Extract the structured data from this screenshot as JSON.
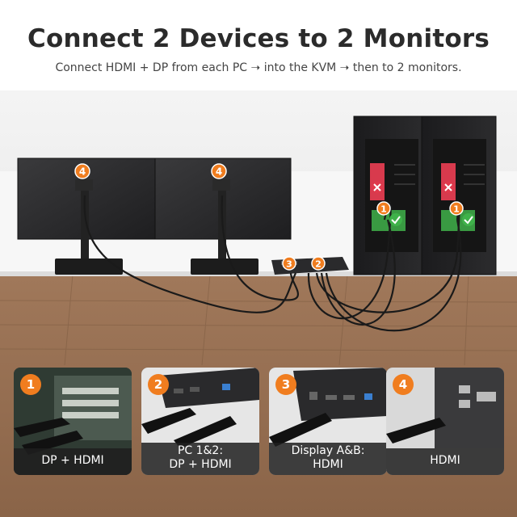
{
  "title": "Connect 2 Devices to 2 Monitors",
  "subtitle": "Connect HDMI + DP from each PC ➝ into the KVM ➝ then to 2 monitors.",
  "markers": {
    "one": "1",
    "two": "2",
    "three": "3",
    "four": "4"
  },
  "cards": [
    {
      "number": "1",
      "caption_line1": "DP + HDMI",
      "caption_line2": ""
    },
    {
      "number": "2",
      "caption_line1": "PC 1&2:",
      "caption_line2": "DP + HDMI"
    },
    {
      "number": "3",
      "caption_line1": "Display A&B:",
      "caption_line2": "HDMI"
    },
    {
      "number": "4",
      "caption_line1": "HDMI",
      "caption_line2": ""
    }
  ],
  "colors": {
    "accent": "#f07d1f",
    "check": "#3fb24a",
    "error": "#e0394c"
  }
}
